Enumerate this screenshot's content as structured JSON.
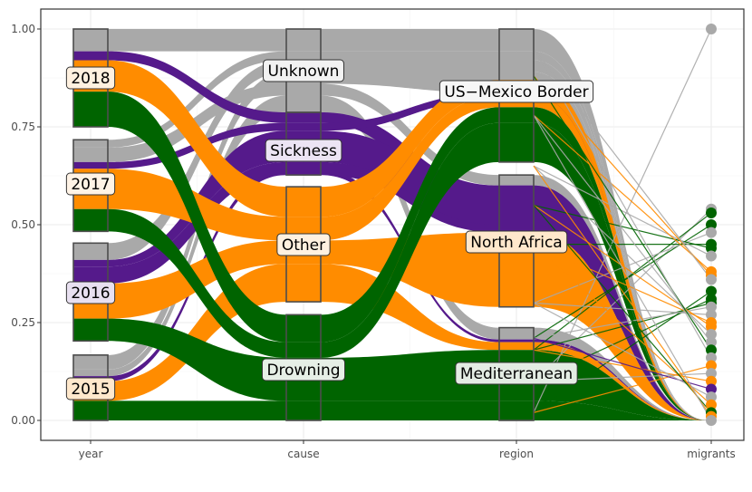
{
  "chart_data": {
    "type": "alluvial",
    "axes": [
      "year",
      "cause",
      "region",
      "migrants"
    ],
    "ylim": [
      0,
      1
    ],
    "y_ticks": [
      "0.00",
      "0.25",
      "0.50",
      "0.75",
      "1.00"
    ],
    "grid": true,
    "colors": {
      "Drowning": "#006400",
      "Other": "#ff8c00",
      "Sickness": "#551a8b",
      "Unknown": "#a9a9a9"
    },
    "strata": {
      "year": [
        {
          "label": "2015",
          "from": 0.0,
          "to": 0.167
        },
        {
          "label": "2016",
          "from": 0.203,
          "to": 0.453
        },
        {
          "label": "2017",
          "from": 0.483,
          "to": 0.717
        },
        {
          "label": "2018",
          "from": 0.75,
          "to": 1.0
        }
      ],
      "cause": [
        {
          "label": "Drowning",
          "from": 0.0,
          "to": 0.27
        },
        {
          "label": "Other",
          "from": 0.303,
          "to": 0.597
        },
        {
          "label": "Sickness",
          "from": 0.627,
          "to": 0.787
        },
        {
          "label": "Unknown",
          "from": 0.787,
          "to": 1.0
        }
      ],
      "region": [
        {
          "label": "Mediterranean",
          "from": 0.0,
          "to": 0.237
        },
        {
          "label": "North Africa",
          "from": 0.29,
          "to": 0.627
        },
        {
          "label": "US−Mexico Border",
          "from": 0.66,
          "to": 1.0
        }
      ]
    },
    "flows": [
      {
        "cause": "Unknown",
        "year": [
          0.943,
          1.0
        ],
        "c": [
          0.943,
          1.0
        ],
        "region": [
          0.943,
          1.0
        ],
        "m": [
          0.0,
          0.0
        ]
      },
      {
        "cause": "Unknown",
        "year": [
          0.697,
          0.717
        ],
        "c": [
          0.92,
          0.943
        ],
        "region": [
          0.92,
          0.943
        ],
        "m": [
          0.0,
          0.0
        ]
      },
      {
        "cause": "Unknown",
        "year": [
          0.41,
          0.453
        ],
        "c": [
          0.89,
          0.92
        ],
        "region": [
          0.89,
          0.92
        ],
        "m": [
          0.0,
          0.0
        ]
      },
      {
        "cause": "Unknown",
        "year": [
          0.13,
          0.167
        ],
        "c": [
          0.86,
          0.89
        ],
        "region": [
          0.837,
          0.89
        ],
        "m": [
          0.0,
          0.0
        ]
      },
      {
        "cause": "Unknown",
        "year": [
          0.66,
          0.697
        ],
        "c": [
          0.83,
          0.86
        ],
        "region": [
          0.6,
          0.627
        ],
        "m": [
          0.0,
          0.0
        ]
      },
      {
        "cause": "Unknown",
        "year": [
          0.113,
          0.13
        ],
        "c": [
          0.787,
          0.83
        ],
        "region": [
          0.207,
          0.237
        ],
        "m": [
          0.0,
          0.0
        ]
      },
      {
        "cause": "Sickness",
        "year": [
          0.92,
          0.943
        ],
        "c": [
          0.76,
          0.787
        ],
        "region": [
          0.5,
          0.6
        ],
        "m": [
          0.0,
          0.0
        ]
      },
      {
        "cause": "Sickness",
        "year": [
          0.643,
          0.66
        ],
        "c": [
          0.74,
          0.76
        ],
        "region": [
          0.82,
          0.837
        ],
        "m": [
          0.0,
          0.0
        ]
      },
      {
        "cause": "Sickness",
        "year": [
          0.393,
          0.41
        ],
        "c": [
          0.66,
          0.74
        ],
        "region": [
          0.48,
          0.6
        ],
        "m": [
          0.0,
          0.0
        ]
      },
      {
        "cause": "Sickness",
        "year": [
          0.35,
          0.393
        ],
        "c": [
          0.627,
          0.66
        ],
        "region": [
          0.48,
          0.5
        ],
        "m": [
          0.0,
          0.0
        ]
      },
      {
        "cause": "Sickness",
        "year": [
          0.1,
          0.113
        ],
        "c": [
          0.627,
          0.64
        ],
        "region": [
          0.2,
          0.207
        ],
        "m": [
          0.0,
          0.0
        ]
      },
      {
        "cause": "Other",
        "year": [
          0.84,
          0.92
        ],
        "c": [
          0.52,
          0.597
        ],
        "region": [
          0.83,
          0.87
        ],
        "m": [
          0.0,
          0.0
        ]
      },
      {
        "cause": "Other",
        "year": [
          0.54,
          0.643
        ],
        "c": [
          0.46,
          0.52
        ],
        "region": [
          0.8,
          0.83
        ],
        "m": [
          0.0,
          0.0
        ]
      },
      {
        "cause": "Other",
        "year": [
          0.26,
          0.35
        ],
        "c": [
          0.4,
          0.46
        ],
        "region": [
          0.29,
          0.48
        ],
        "m": [
          0.0,
          0.0
        ]
      },
      {
        "cause": "Other",
        "year": [
          0.05,
          0.1
        ],
        "c": [
          0.303,
          0.4
        ],
        "region": [
          0.18,
          0.2
        ],
        "m": [
          0.0,
          0.0
        ]
      },
      {
        "cause": "Drowning",
        "year": [
          0.75,
          0.84
        ],
        "c": [
          0.2,
          0.27
        ],
        "region": [
          0.76,
          0.8
        ],
        "m": [
          0.0,
          0.0
        ]
      },
      {
        "cause": "Drowning",
        "year": [
          0.483,
          0.54
        ],
        "c": [
          0.16,
          0.2
        ],
        "region": [
          0.66,
          0.76
        ],
        "m": [
          0.0,
          0.0
        ]
      },
      {
        "cause": "Drowning",
        "year": [
          0.203,
          0.26
        ],
        "c": [
          0.05,
          0.16
        ],
        "region": [
          0.05,
          0.18
        ],
        "m": [
          0.0,
          0.0
        ]
      },
      {
        "cause": "Drowning",
        "year": [
          0.0,
          0.05
        ],
        "c": [
          0.0,
          0.05
        ],
        "region": [
          0.0,
          0.05
        ],
        "m": [
          0.0,
          0.0
        ]
      }
    ],
    "migrant_points": [
      {
        "value": 1.0,
        "color": "#a9a9a9"
      },
      {
        "value": 0.54,
        "color": "#a9a9a9"
      },
      {
        "value": 0.53,
        "color": "#006400"
      },
      {
        "value": 0.5,
        "color": "#006400"
      },
      {
        "value": 0.48,
        "color": "#a9a9a9"
      },
      {
        "value": 0.45,
        "color": "#006400"
      },
      {
        "value": 0.44,
        "color": "#006400"
      },
      {
        "value": 0.42,
        "color": "#a9a9a9"
      },
      {
        "value": 0.38,
        "color": "#ff8c00"
      },
      {
        "value": 0.37,
        "color": "#ff8c00"
      },
      {
        "value": 0.36,
        "color": "#a9a9a9"
      },
      {
        "value": 0.33,
        "color": "#006400"
      },
      {
        "value": 0.31,
        "color": "#006400"
      },
      {
        "value": 0.3,
        "color": "#006400"
      },
      {
        "value": 0.29,
        "color": "#a9a9a9"
      },
      {
        "value": 0.27,
        "color": "#a9a9a9"
      },
      {
        "value": 0.25,
        "color": "#ff8c00"
      },
      {
        "value": 0.24,
        "color": "#ff8c00"
      },
      {
        "value": 0.22,
        "color": "#a9a9a9"
      },
      {
        "value": 0.2,
        "color": "#a9a9a9"
      },
      {
        "value": 0.18,
        "color": "#006400"
      },
      {
        "value": 0.16,
        "color": "#a9a9a9"
      },
      {
        "value": 0.14,
        "color": "#ff8c00"
      },
      {
        "value": 0.12,
        "color": "#a9a9a9"
      },
      {
        "value": 0.1,
        "color": "#ff8c00"
      },
      {
        "value": 0.08,
        "color": "#551a8b"
      },
      {
        "value": 0.06,
        "color": "#a9a9a9"
      },
      {
        "value": 0.04,
        "color": "#ff8c00"
      },
      {
        "value": 0.02,
        "color": "#006400"
      },
      {
        "value": 0.01,
        "color": "#ff8c00"
      },
      {
        "value": 0.0,
        "color": "#a9a9a9"
      }
    ]
  }
}
